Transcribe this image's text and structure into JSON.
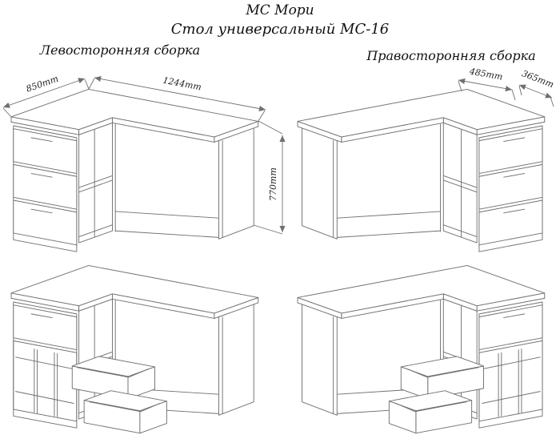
{
  "header": {
    "brand": "МС Мори",
    "model": "Стол универсальный МС-16",
    "left_section_label": "Левосторонняя сборка",
    "right_section_label": "Правосторонняя сборка"
  },
  "dimensions": {
    "depth": "850mm",
    "width": "1244mm",
    "height": "770mm",
    "cabinet_width": "485mm",
    "cabinet_depth": "365mm"
  },
  "colors": {
    "line": "#6f6f6f",
    "text": "#111111",
    "background": "#ffffff"
  }
}
